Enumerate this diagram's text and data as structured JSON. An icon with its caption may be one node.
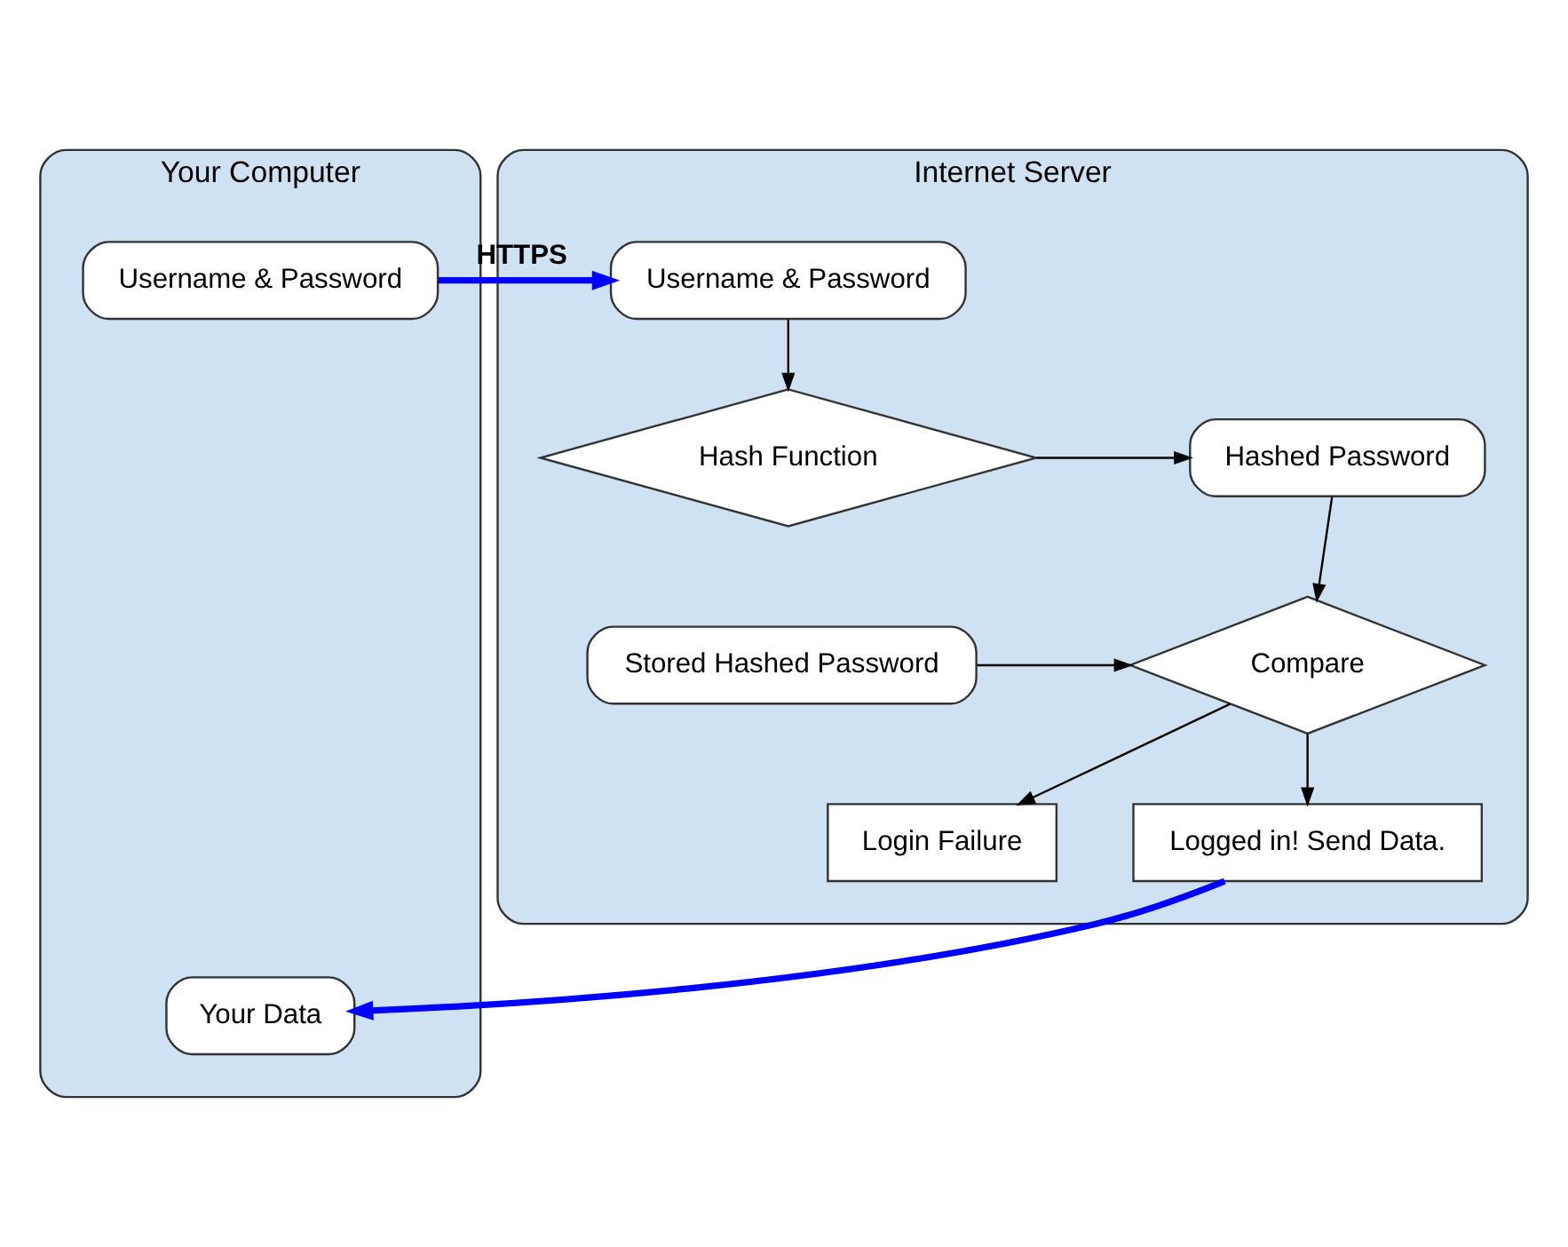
{
  "diagram": {
    "nodes": [
      {
        "text": [
          "Your Computer"
        ]
      },
      {
        "text": [
          "Username & Password"
        ],
        "in": 0
      },
      {
        "text": [
          "Your Data"
        ],
        "in": 0
      },
      {
        "text": [
          "Internet Server"
        ]
      },
      {
        "text": [
          "Username & Password"
        ],
        "in": 3
      },
      {
        "text": [
          "Hash Function"
        ],
        "in": 3
      },
      {
        "text": [
          "Hashed Password"
        ],
        "in": 3
      },
      {
        "text": [
          "Stored Hashed Password"
        ],
        "in": 3
      },
      {
        "text": [
          "Compare"
        ],
        "in": 3
      },
      {
        "text": [
          "Logged in! Send Data."
        ],
        "in": 3
      },
      {
        "text": [
          "Login Failure"
        ],
        "in": 3
      }
    ],
    "edges": [
      {
        "from": 1,
        "to": 4,
        "arrow": "to",
        "label": "HTTPS",
        "style": "thick",
        "color": "#0000ff"
      },
      {
        "from": 4,
        "to": 5,
        "arrow": "to"
      },
      {
        "from": 5,
        "to": 6,
        "arrow": "to"
      },
      {
        "from": 6,
        "to": 8,
        "arrow": "to"
      },
      {
        "from": 7,
        "to": 8,
        "arrow": "to"
      },
      {
        "from": 8,
        "to": 9,
        "arrow": "to"
      },
      {
        "from": 8,
        "to": 10,
        "arrow": "to"
      },
      {
        "from": 9,
        "to": 2,
        "arrow": "to",
        "style": "thick",
        "color": "#0000ff"
      }
    ]
  }
}
